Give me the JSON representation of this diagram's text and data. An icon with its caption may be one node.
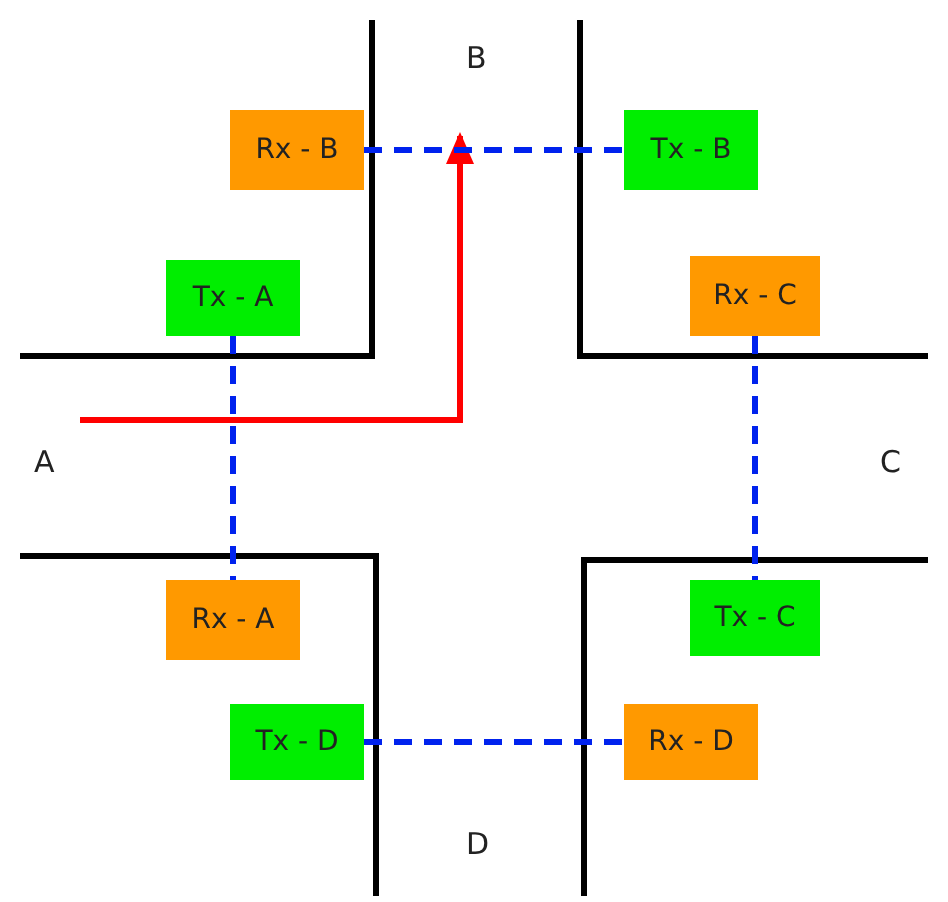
{
  "diagram": {
    "nodes": [
      {
        "text": [
          "Rx - B"
        ]
      },
      {
        "text": [
          "Tx - B"
        ]
      },
      {
        "text": [
          "Tx - A"
        ]
      },
      {
        "text": [
          "Rx - C"
        ]
      },
      {
        "text": [
          "Rx - A"
        ]
      },
      {
        "text": [
          "Tx - C"
        ]
      },
      {
        "text": [
          "Tx - D"
        ]
      },
      {
        "text": [
          "Rx - D"
        ]
      }
    ],
    "edges": [
      {
        "from": 0,
        "to": 1,
        "arrow": "none",
        "style": "dashed"
      },
      {
        "from": 2,
        "to": 4,
        "arrow": "none",
        "style": "dashed"
      },
      {
        "from": 3,
        "to": 5,
        "arrow": "none",
        "style": "dashed"
      },
      {
        "from": 6,
        "to": 7,
        "arrow": "none",
        "style": "dashed"
      }
    ],
    "labels": [
      "B",
      "A",
      "C",
      "D"
    ]
  }
}
